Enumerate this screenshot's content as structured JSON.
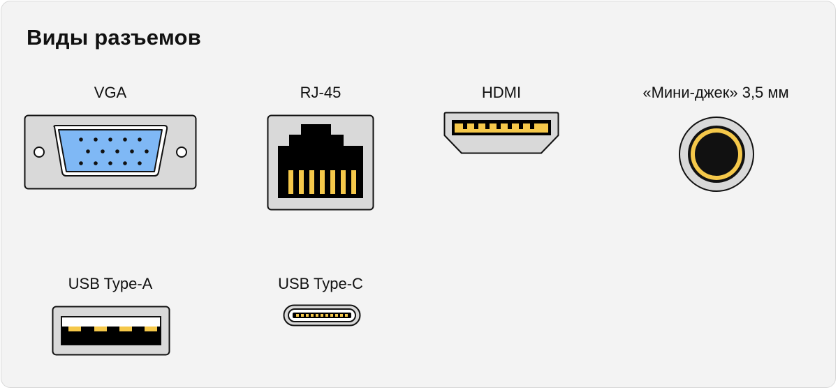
{
  "title": "Виды разъемов",
  "connectors": [
    {
      "id": "vga",
      "label": "VGA"
    },
    {
      "id": "rj45",
      "label": "RJ-45"
    },
    {
      "id": "hdmi",
      "label": "HDMI"
    },
    {
      "id": "jack",
      "label": "«Мини-джек» 3,5 мм"
    },
    {
      "id": "usb_a",
      "label": "USB Type-A"
    },
    {
      "id": "usb_c",
      "label": "USB Type-C"
    }
  ],
  "colors": {
    "background": "#f3f3f3",
    "housing": "#d9d9d9",
    "outline": "#111111",
    "vga_blue": "#7fb8f5",
    "gold": "#f5c84a",
    "contact_black": "#000000"
  }
}
